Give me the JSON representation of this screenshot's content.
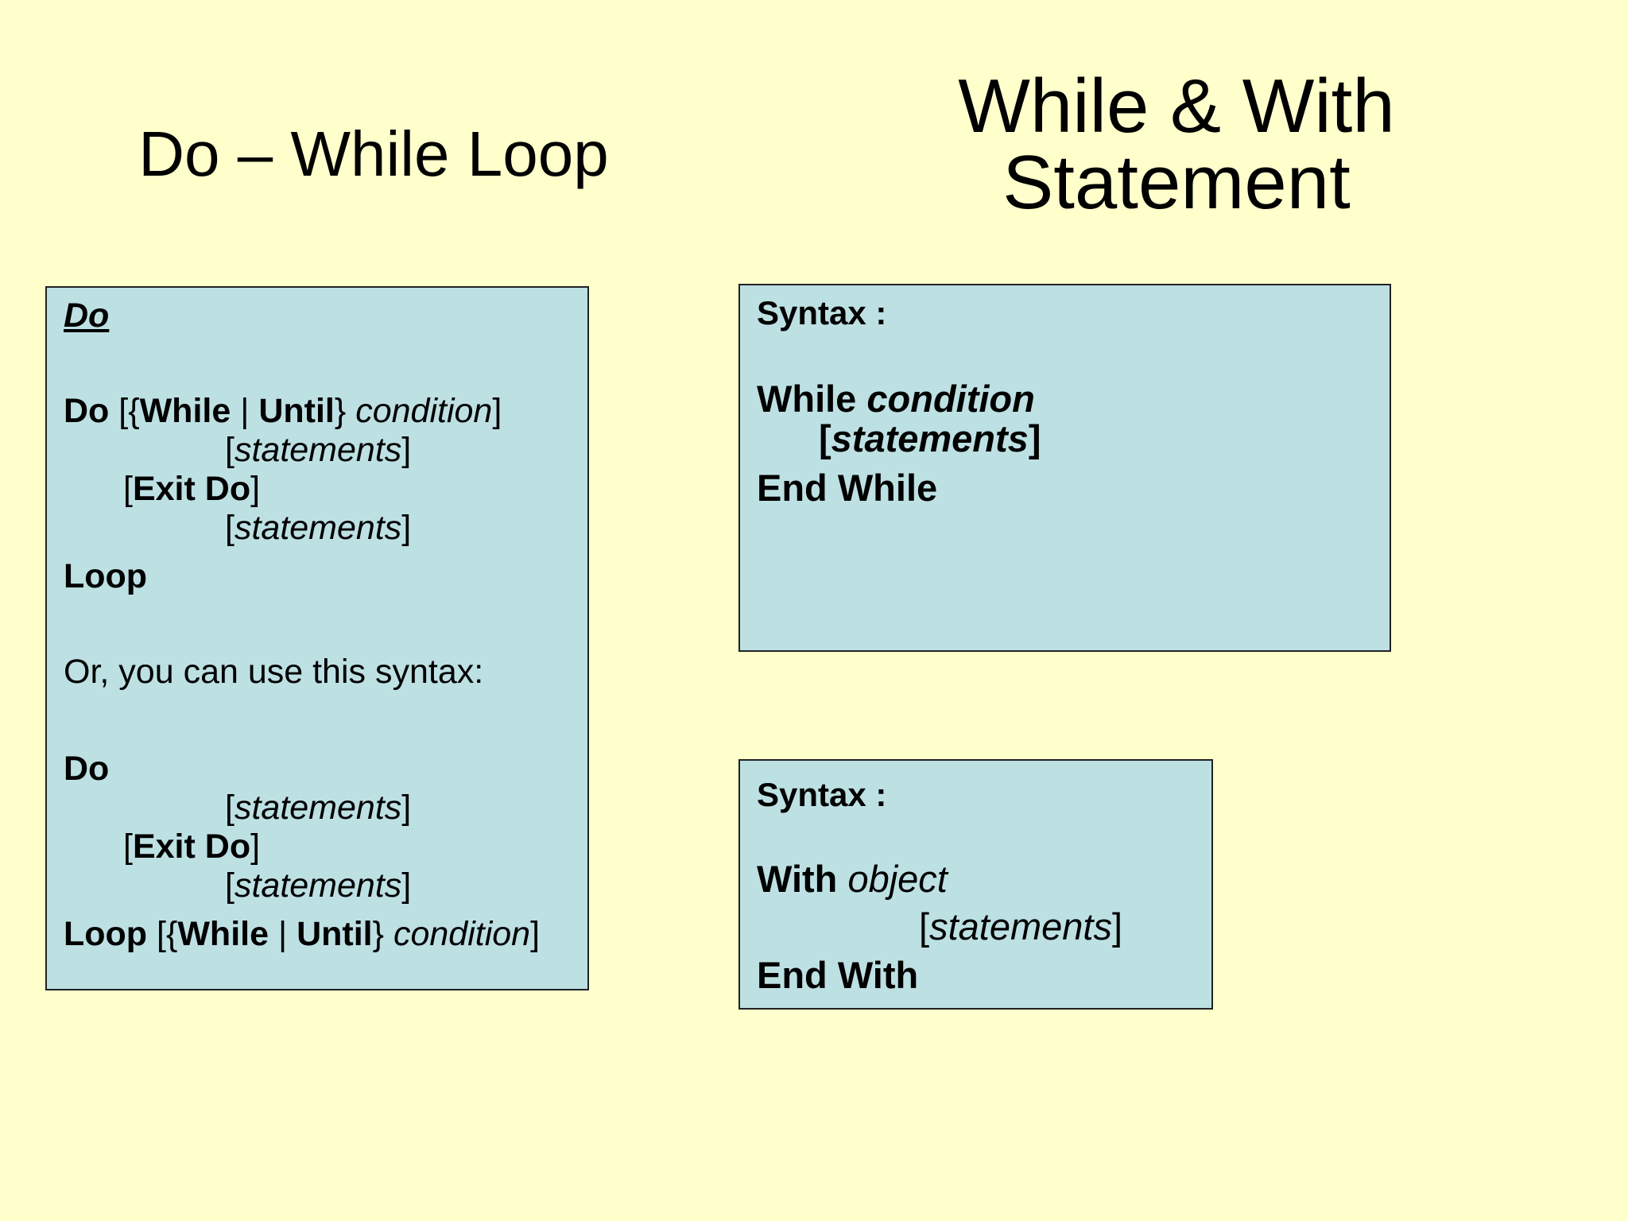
{
  "titles": {
    "left": "Do – While Loop",
    "right_line1": "While & With",
    "right_line2": "Statement"
  },
  "do_box": {
    "heading": "Do",
    "syntax1": {
      "l1": {
        "kw1": "Do",
        "p1": " [{",
        "kw2": "While",
        "p2": " | ",
        "kw3": "Until",
        "p3": "} ",
        "arg": "condition",
        "p4": "]"
      },
      "l2": {
        "open": "[",
        "arg": "statements",
        "close": "]"
      },
      "l3": {
        "open": "[",
        "kw": "Exit Do",
        "close": "]"
      },
      "l4": {
        "open": "[",
        "arg": "statements",
        "close": "]"
      },
      "l5": {
        "kw": "Loop"
      }
    },
    "or_text": "Or, you can use this syntax:",
    "syntax2": {
      "l1": {
        "kw": "Do"
      },
      "l2": {
        "open": "[",
        "arg": "statements",
        "close": "]"
      },
      "l3": {
        "open": "[",
        "kw": "Exit Do",
        "close": "]"
      },
      "l4": {
        "open": "[",
        "arg": "statements",
        "close": "]"
      },
      "l5": {
        "kw1": "Loop",
        "p1": " [{",
        "kw2": "While",
        "p2": " | ",
        "kw3": "Until",
        "p3": "} ",
        "arg": "condition",
        "p4": "]"
      }
    }
  },
  "while_box": {
    "label": "Syntax :",
    "l1": {
      "kw": "While",
      "arg": "condition"
    },
    "l2": {
      "open": "[",
      "arg": "statements",
      "close": "]"
    },
    "l3": {
      "kw": "End While"
    }
  },
  "with_box": {
    "label": "Syntax :",
    "l1": {
      "kw": "With",
      "arg": "object"
    },
    "l2": {
      "open": "[",
      "arg": "statements",
      "close": "]"
    },
    "l3": {
      "kw": "End With"
    }
  },
  "colors": {
    "background": "#ffffcc",
    "box_fill": "#bde0e3",
    "box_border": "#222222"
  }
}
